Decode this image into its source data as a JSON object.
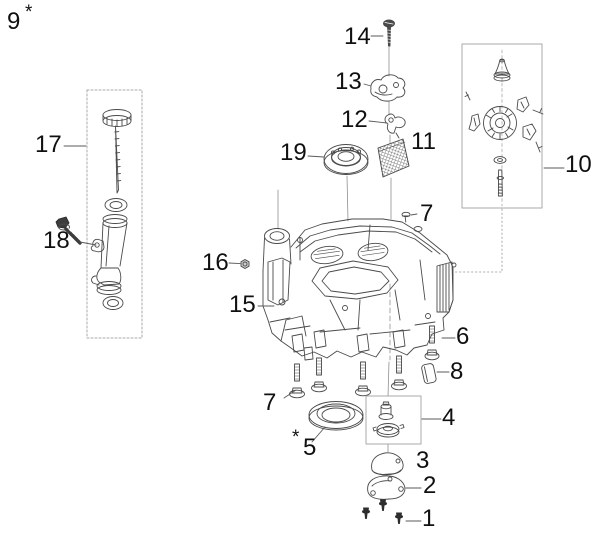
{
  "diagram": {
    "background": "#ffffff",
    "ink": "#4a4a4a",
    "label_ink": "#101010",
    "box_border": "#a8a8a8",
    "callouts": {
      "n1": "1",
      "n2": "2",
      "n3": "3",
      "n4": "4",
      "n5": "5",
      "n6": "6",
      "n7": "7",
      "n7b": "7",
      "n8": "8",
      "n9": "9",
      "n10": "10",
      "n11": "11",
      "n12": "12",
      "n13": "13",
      "n14": "14",
      "n15": "15",
      "n16": "16",
      "n17": "17",
      "n18": "18",
      "n19": "19",
      "star": "*"
    }
  }
}
